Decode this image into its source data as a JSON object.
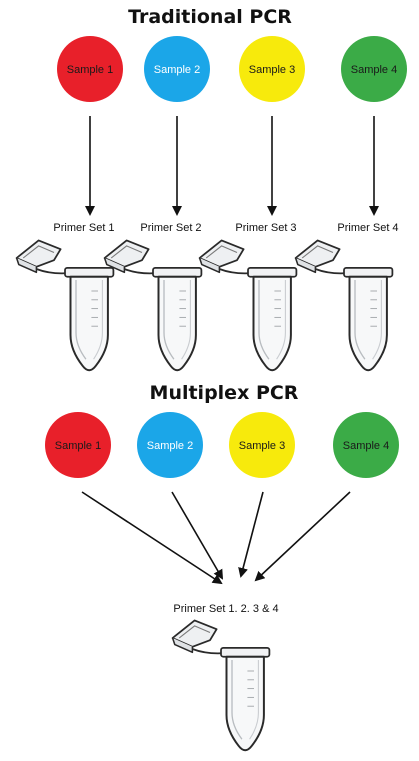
{
  "traditional": {
    "title": "Traditional PCR",
    "samples": [
      {
        "label": "Sample 1",
        "color": "#e8202a",
        "text_color": "#1a1a1a"
      },
      {
        "label": "Sample 2",
        "color": "#1ba6e8",
        "text_color": "#ffffff"
      },
      {
        "label": "Sample 3",
        "color": "#f7ea0c",
        "text_color": "#1a1a1a"
      },
      {
        "label": "Sample 4",
        "color": "#3bab47",
        "text_color": "#1a1a1a"
      }
    ],
    "primer_sets": [
      "Primer Set 1",
      "Primer Set 2",
      "Primer Set 3",
      "Primer Set 4"
    ]
  },
  "multiplex": {
    "title": "Multiplex PCR",
    "samples": [
      {
        "label": "Sample 1",
        "color": "#e8202a",
        "text_color": "#1a1a1a"
      },
      {
        "label": "Sample 2",
        "color": "#1ba6e8",
        "text_color": "#ffffff"
      },
      {
        "label": "Sample 3",
        "color": "#f7ea0c",
        "text_color": "#1a1a1a"
      },
      {
        "label": "Sample 4",
        "color": "#3bab47",
        "text_color": "#1a1a1a"
      }
    ],
    "primer_set": "Primer Set 1. 2. 3 & 4"
  },
  "icons": {
    "tube": "microcentrifuge-tube-icon",
    "arrow": "arrow-down-icon"
  }
}
